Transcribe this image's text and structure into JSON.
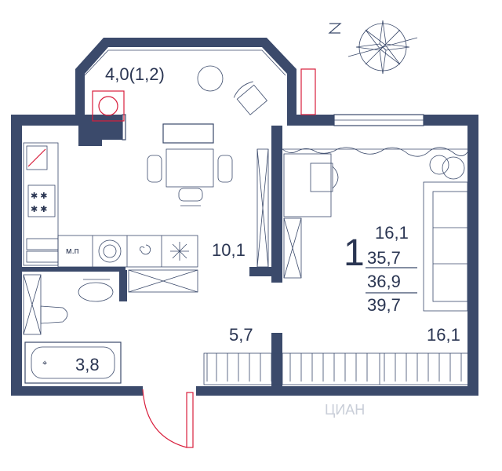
{
  "balcony": {
    "area": "4,0(1,2)"
  },
  "kitchen": {
    "area": "10,1",
    "stove_label": "м.п"
  },
  "hallway": {
    "area": "5,7"
  },
  "bathroom": {
    "area": "3,8"
  },
  "living": {
    "area": "16,1"
  },
  "summary": {
    "rooms": "1",
    "living_area": "16,1",
    "area_2": "35,7",
    "area_3": "36,9",
    "area_4": "39,7"
  },
  "watermark": "ЦИАН",
  "colors": {
    "wall": "#3b4a6b",
    "accent": "#d81e3c",
    "text": "#2a3552"
  }
}
